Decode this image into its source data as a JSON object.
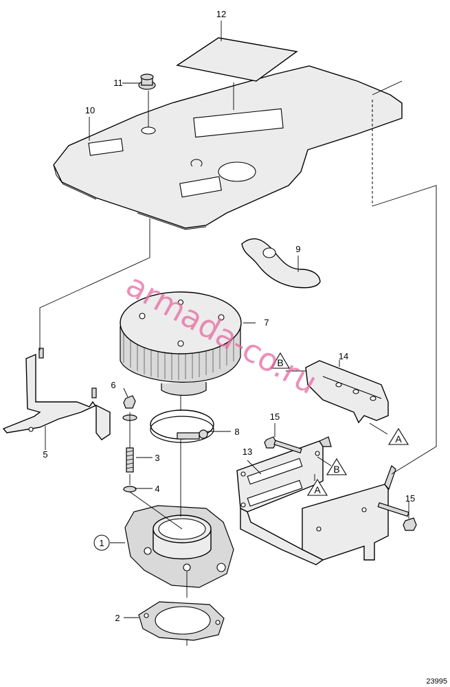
{
  "callouts": {
    "c1": "1",
    "c2": "2",
    "c3": "3",
    "c4": "4",
    "c5": "5",
    "c6": "6",
    "c7": "7",
    "c8": "8",
    "c9": "9",
    "c10": "10",
    "c11": "11",
    "c12": "12",
    "c13": "13",
    "c14": "14",
    "c15a": "15",
    "c15b": "15"
  },
  "markers": {
    "b1": "B",
    "b2": "B",
    "a1": "A",
    "a2": "A"
  },
  "watermark": "armada-co.ru",
  "drawing_number": "23995"
}
